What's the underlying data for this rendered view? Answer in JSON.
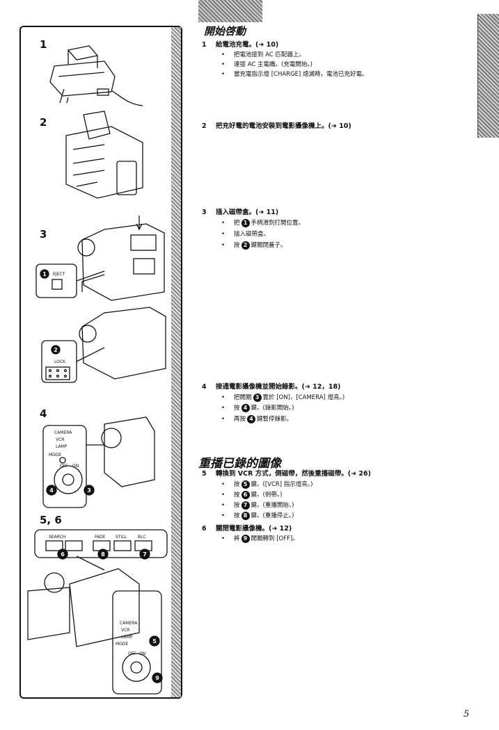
{
  "header": {
    "section_title": "開始啓動"
  },
  "steps_start": [
    {
      "num": "1",
      "text": "給電池充電。(➜ 10)",
      "bullets": [
        "把電池接到 AC 匹配器上。",
        "連接 AC 主電纜。(充電開始。)",
        "當充電指示燈 [CHARGE] 熄滅時，電池已充好電。"
      ]
    },
    {
      "num": "2",
      "text": "把充好電的電池安裝到電影攝像機上。(➜ 10)",
      "bullets": []
    },
    {
      "num": "3",
      "text": "插入磁帶盒。(➜ 11)",
      "bullets": [
        {
          "pre": "把",
          "mark": "1",
          "post": "手柄滑到打開位置。"
        },
        {
          "pre": "插入磁帶盒。",
          "mark": "",
          "post": ""
        },
        {
          "pre": "按",
          "mark": "2",
          "post": "鍵關閉蓋子。"
        }
      ]
    },
    {
      "num": "4",
      "text": "接通電影攝像機並開始錄影。(➜ 12，18)",
      "bullets": [
        {
          "pre": "把開關",
          "mark": "3",
          "post": "置於 [ON]，[CAMERA] 燈亮。)"
        },
        {
          "pre": "按",
          "mark": "4",
          "post": "鍵。(錄影開始。)"
        },
        {
          "pre": "再按",
          "mark": "4",
          "post": "鍵暫停錄影。"
        }
      ]
    }
  ],
  "playback": {
    "title": "重播已錄的圖像"
  },
  "steps_play": [
    {
      "num": "5",
      "text": "轉換到 VCR 方式，倒磁帶，然後重播磁帶。(➜ 26)",
      "bullets": [
        {
          "pre": "按",
          "mark": "5",
          "post": "鍵。([VCR] 指示燈亮。)"
        },
        {
          "pre": "按",
          "mark": "6",
          "post": "鍵。(倒帶。)"
        },
        {
          "pre": "按",
          "mark": "7",
          "post": "鍵。(重播開始。)"
        },
        {
          "pre": "按",
          "mark": "8",
          "post": "鍵。(重播停止。)"
        }
      ]
    },
    {
      "num": "6",
      "text": "關閉電影攝像機。(➜ 12)",
      "bullets": [
        {
          "pre": "將",
          "mark": "9",
          "post": "開關轉到 [OFF]。"
        }
      ]
    }
  ],
  "illustration_labels": {
    "step1": "1",
    "step2": "2",
    "step3": "3",
    "step4": "4",
    "step56": "5, 6",
    "eject": "EJECT",
    "lock": "LOCK",
    "camera": "CAMERA",
    "vcr": "VCR",
    "lamp": "LAMP",
    "mode": "MODE",
    "off": "OFF",
    "on": "ON",
    "search": "SEARCH",
    "fade": "FADE",
    "still": "STILL",
    "blc": "BLC"
  },
  "footer": {
    "page": "5"
  }
}
